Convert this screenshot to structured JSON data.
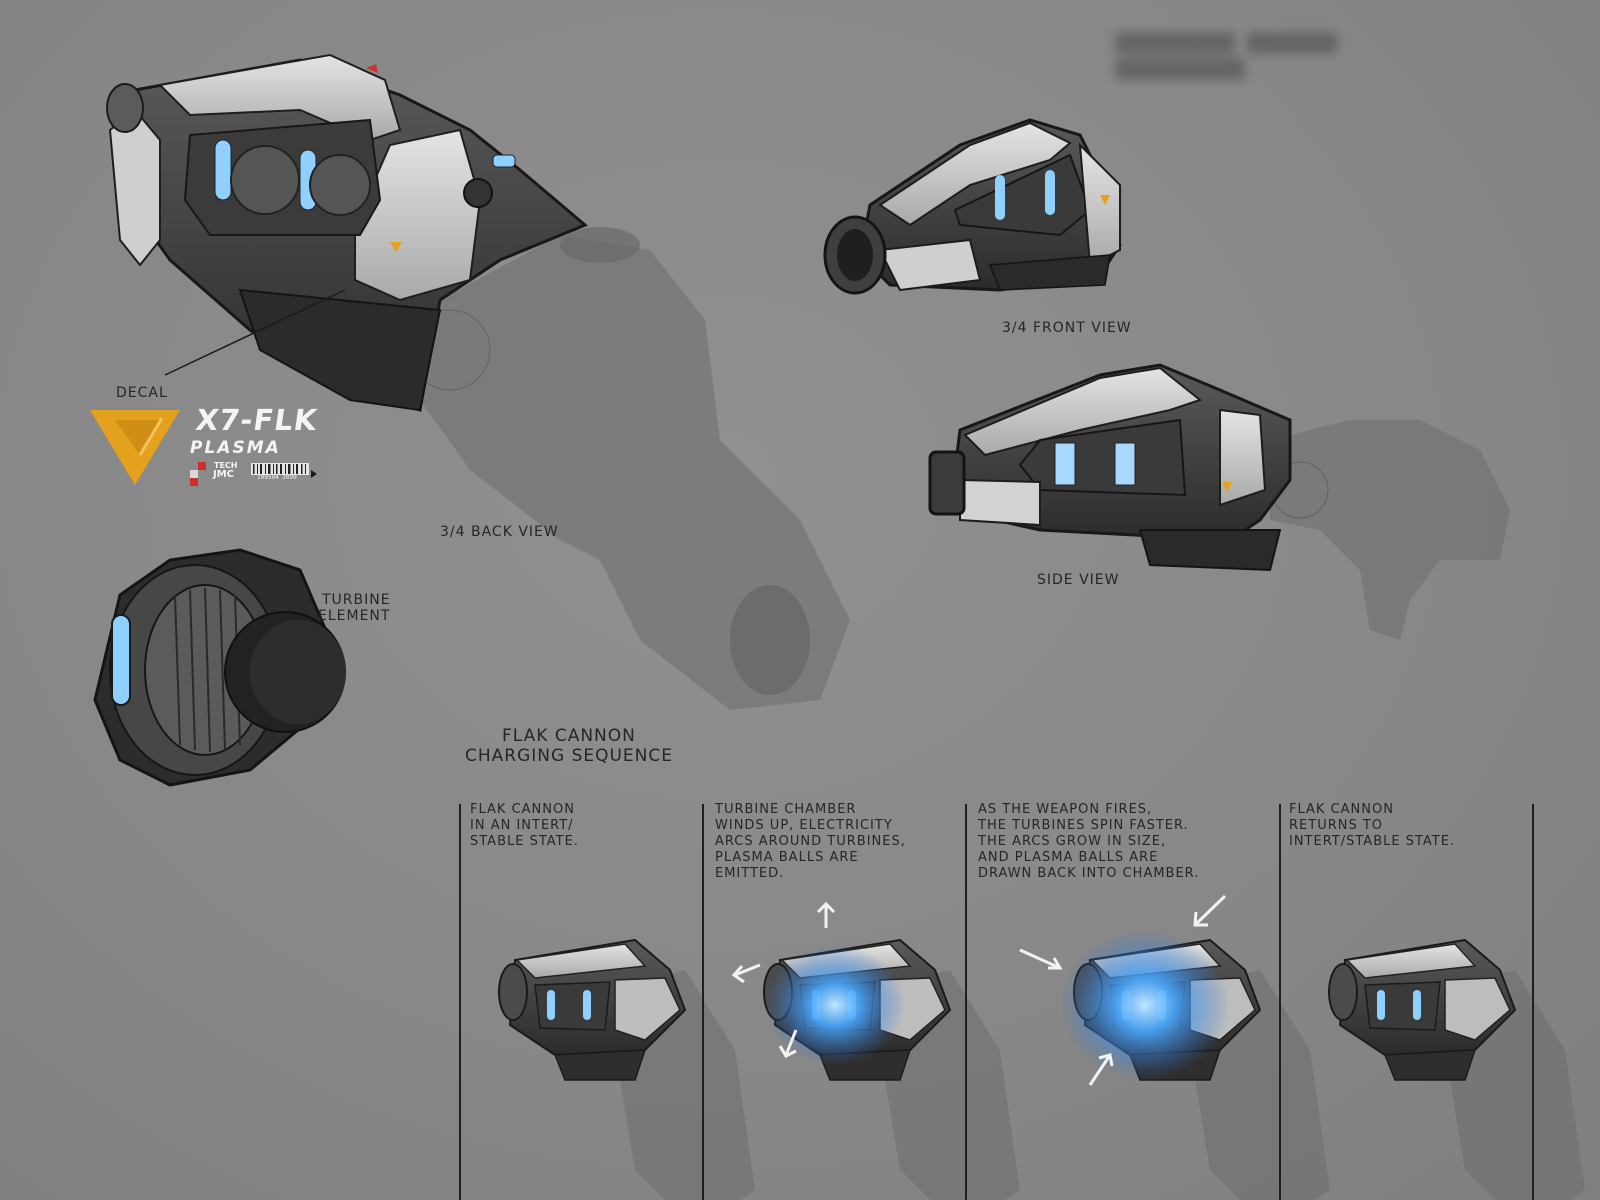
{
  "sheet": {
    "title_redacted_note": "",
    "colors": {
      "background": "#8a8a8a",
      "decal_orange": "#e3a11e",
      "energy_blue": "#4aa9ff",
      "ink": "#262626"
    }
  },
  "labels": {
    "decal": "DECAL",
    "back_view": "3/4 BACK VIEW",
    "front_view": "3/4 FRONT VIEW",
    "side_view": "SIDE VIEW",
    "turbine_line1": "TURBINE",
    "turbine_line2": "ELEMENT",
    "sequence_line1": "FLAK CANNON",
    "sequence_line2": "CHARGING SEQUENCE"
  },
  "decal": {
    "name": "X7-FLK",
    "subtitle": "PLASMA",
    "tech_line1": "TECH",
    "tech_line2": "JMC",
    "barcode_number": "199504 2099"
  },
  "sequence_panels": [
    {
      "lines": [
        "FLAK CANNON",
        "IN AN INTERT/",
        "STABLE STATE."
      ]
    },
    {
      "lines": [
        "TURBINE CHAMBER",
        "WINDS UP, ELECTRICITY",
        "ARCS AROUND TURBINES,",
        "PLASMA BALLS ARE",
        "EMITTED."
      ]
    },
    {
      "lines": [
        "AS THE WEAPON FIRES,",
        "THE TURBINES SPIN FASTER.",
        "THE ARCS GROW IN SIZE,",
        "AND PLASMA BALLS ARE",
        "DRAWN BACK INTO CHAMBER."
      ]
    },
    {
      "lines": [
        "FLAK CANNON",
        "RETURNS TO",
        "INTERT/STABLE STATE."
      ]
    }
  ],
  "icons": [
    "turbine-icon",
    "arrow-icon",
    "barcode-icon",
    "decal-chevron-icon"
  ]
}
